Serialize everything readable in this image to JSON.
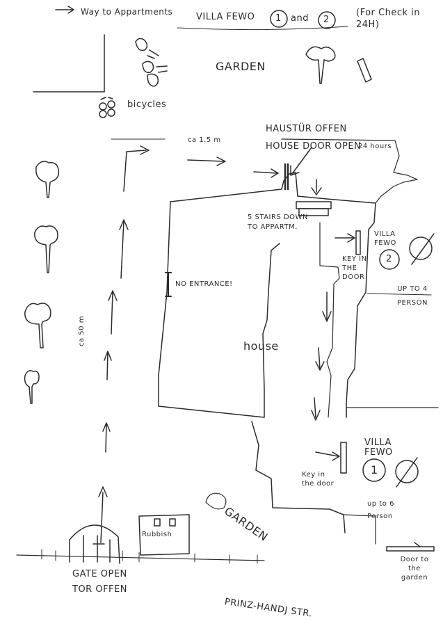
{
  "header": {
    "title_part1": "Way to Appartments",
    "title_part2": "VILLA FEWO",
    "num1": "1",
    "and": "and",
    "num2": "2",
    "checkin": "(For Check in 24H)"
  },
  "labels": {
    "garden_top": "GARDEN",
    "bicycles": "bicycles",
    "distance": "ca 1.5 m",
    "haustur": "HAUSTÜR OFFEN",
    "house_door": "HOUSE DOOR OPEN",
    "hours": "24 hours",
    "stairs": "5 STAIRS DOWN TO APPARTM.",
    "key_door_2": "KEY IN THE DOOR",
    "no_entrance": "NO ENTRANCE!",
    "house": "house",
    "path_len": "ca 50 m",
    "garden_bottom": "GARDEN",
    "key_door_1": "Key in the door",
    "rubbish": "Rubbish",
    "gate1": "GATE OPEN",
    "gate2": "TOR OFFEN",
    "street": "PRINZ-HANDJ STR.",
    "door_garden": "Door to the garden"
  },
  "apartment2": {
    "name": "VILLA FEWO",
    "number": "2",
    "capacity": "UP TO 4 PERSON"
  },
  "apartment1": {
    "name": "VILLA FEWO",
    "number": "1",
    "capacity": "up to 6 Person"
  },
  "colors": {
    "ink": "#2b2b2b",
    "paper": "#ffffff"
  }
}
